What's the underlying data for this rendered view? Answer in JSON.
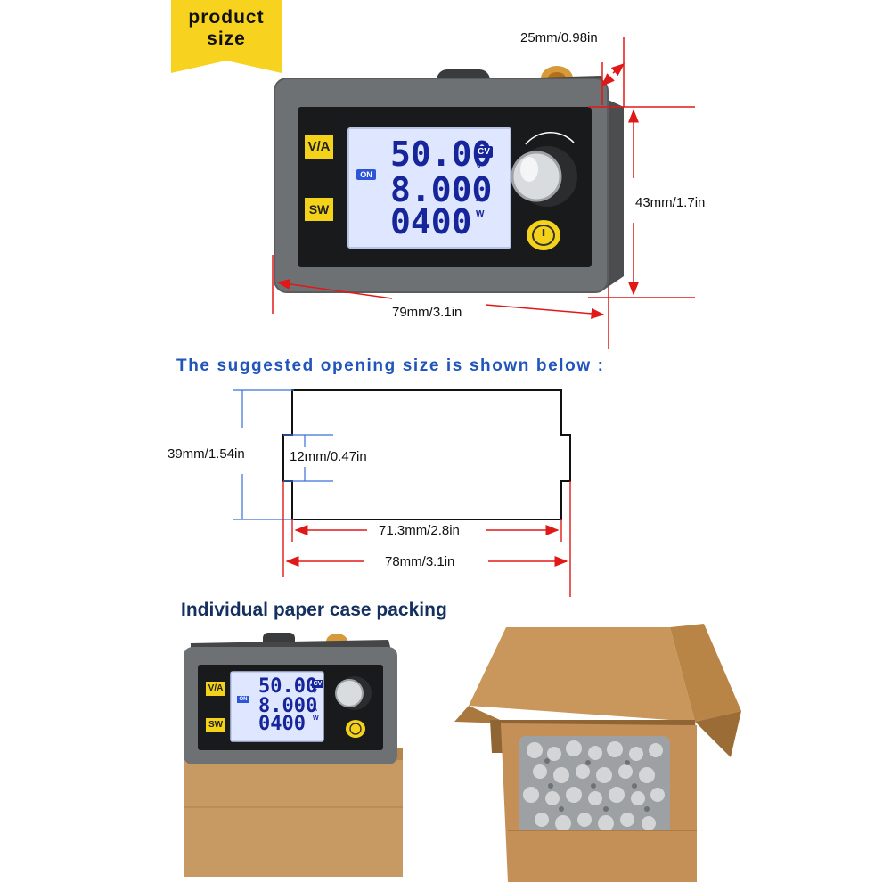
{
  "banner": {
    "line1": "product",
    "line2": "size",
    "color": "#f7d21f"
  },
  "dimensions": {
    "depth": "25mm/0.98in",
    "height": "43mm/1.7in",
    "width": "79mm/3.1in"
  },
  "opening": {
    "heading": "The suggested opening size is shown below :",
    "height": "39mm/1.54in",
    "notch": "12mm/0.47in",
    "inner_width": "71.3mm/2.8in",
    "outer_width": "78mm/3.1in"
  },
  "packing": {
    "heading": "Individual paper case packing"
  },
  "device": {
    "voltage": "50.00",
    "current": "8.000",
    "power": "0400",
    "mode_badge": "CV",
    "state_badge": "ON",
    "unit_v": "V",
    "unit_a": "A",
    "unit_w": "W",
    "btn_va": "V/A",
    "btn_sw": "SW",
    "power_icon": "power-icon",
    "accent": "#f4d21a",
    "lcd_color": "#dfe6ff",
    "digit_color": "#16259a"
  },
  "colors": {
    "arrow_red": "#e01818",
    "guide_blue": "#3a6fd8",
    "case_gray": "#6e7173",
    "cardboard": "#c79a63"
  }
}
